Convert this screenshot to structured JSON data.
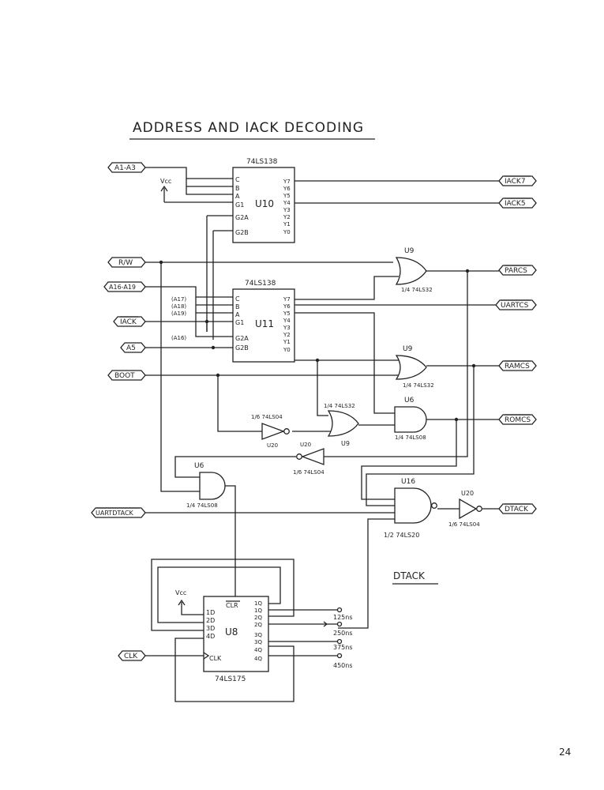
{
  "title": "ADDRESS AND IACK DECODING",
  "subtitle": "DTACK",
  "page_number": "24",
  "vcc": "Vcc",
  "signals": {
    "a1_a3": "A1-A3",
    "rw": "R/W",
    "a16_a19": "A16-A19",
    "iack": "IACK",
    "a5": "A5",
    "boot": "BOOT",
    "uartdtack": "UARTDTACK",
    "clk": "CLK",
    "iack7": "IACK7",
    "iack5": "IACK5",
    "parcs": "PARCS",
    "uartcs": "UARTCS",
    "ramcs": "RAMCS",
    "romcs": "ROMCS",
    "dtack": "DTACK"
  },
  "addr_labels": [
    "(A17)",
    "(A18)",
    "(A19)",
    "(A16)"
  ],
  "chips": {
    "u10": {
      "ref": "U10",
      "part": "74LS138"
    },
    "u11": {
      "ref": "U11",
      "part": "74LS138"
    },
    "u8": {
      "ref": "U8",
      "part": "74LS175"
    },
    "u9a": {
      "ref": "U9",
      "part": "1/4 74LS32"
    },
    "u9b": {
      "ref": "U9",
      "part": "1/4 74LS32"
    },
    "u9c": {
      "ref": "U9",
      "part": "1/4 74LS32"
    },
    "u6a": {
      "ref": "U6",
      "part": "1/4 74LS08"
    },
    "u6b": {
      "ref": "U6",
      "part": "1/4 74LS08"
    },
    "u20a": {
      "ref": "U20",
      "part": "1/6 74LS04"
    },
    "u20b": {
      "ref": "U20",
      "part": "1/6 74LS04"
    },
    "u20c": {
      "ref": "U20",
      "part": "1/6 74LS04"
    },
    "u16": {
      "ref": "U16",
      "part": "1/2 74LS20"
    }
  },
  "decoder_pins_in": [
    "C",
    "B",
    "A",
    "G1",
    "G2A",
    "G2B"
  ],
  "decoder_pins_out": [
    "Y7",
    "Y6",
    "Y5",
    "Y4",
    "Y3",
    "Y2",
    "Y1",
    "Y0"
  ],
  "u8_pins_in": [
    "1D",
    "2D",
    "3D",
    "4D",
    "CLK"
  ],
  "u8_pins_out": [
    "1Q",
    "1Q",
    "2Q",
    "2Q",
    "3Q",
    "3Q",
    "4Q",
    "4Q"
  ],
  "u8_clr": "CLR",
  "delays": [
    "125ns",
    "250ns",
    "375ns",
    "450ns"
  ]
}
